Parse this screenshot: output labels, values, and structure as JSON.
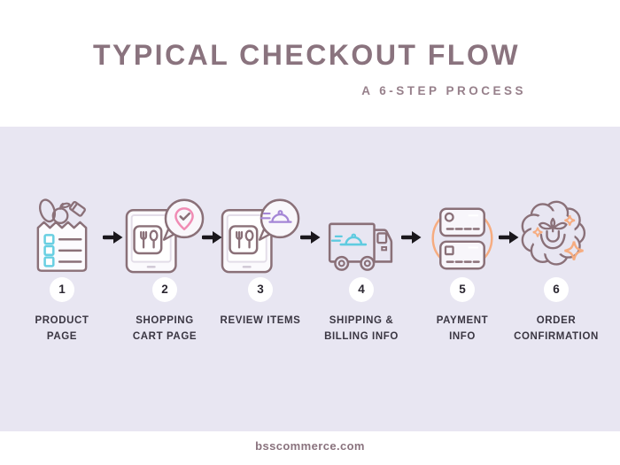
{
  "header": {
    "title": "TYPICAL CHECKOUT FLOW",
    "subtitle": "A 6-STEP PROCESS"
  },
  "steps": [
    {
      "number": "1",
      "label": "PRODUCT PAGE",
      "line1": "PRODUCT",
      "line2": "PAGE",
      "icon": "grocery-bag-checklist-icon"
    },
    {
      "number": "2",
      "label": "SHOPPING CART PAGE",
      "line1": "SHOPPING",
      "line2": "CART PAGE",
      "icon": "phone-food-app-location-pin-icon"
    },
    {
      "number": "3",
      "label": "REVIEW ITEMS",
      "line1": "REVIEW ITEMS",
      "line2": "",
      "icon": "phone-food-app-dish-bubble-icon"
    },
    {
      "number": "4",
      "label": "SHIPPING & BILLING INFO",
      "line1": "SHIPPING &",
      "line2": "BILLING INFO",
      "icon": "delivery-truck-icon"
    },
    {
      "number": "5",
      "label": "PAYMENT INFO",
      "line1": "PAYMENT",
      "line2": "INFO",
      "icon": "credit-cards-icon"
    },
    {
      "number": "6",
      "label": "ORDER CONFIRMATION",
      "line1": "ORDER",
      "line2": "CONFIRMATION",
      "icon": "order-success-flower-icon"
    }
  ],
  "separator_icon": "arrow-right-icon",
  "footer": {
    "website": "bsscommerce.com"
  },
  "colors": {
    "background": "#ffffff",
    "band": "#e8e6f2",
    "title": "#8a737e",
    "subtitle": "#97808b",
    "label_text": "#3a3642",
    "icon_outline": "#8a7078",
    "cyan": "#69cfe2",
    "pink": "#f08cb4",
    "purple": "#a586d6",
    "orange": "#f6ac80",
    "arrow": "#1a171c"
  }
}
